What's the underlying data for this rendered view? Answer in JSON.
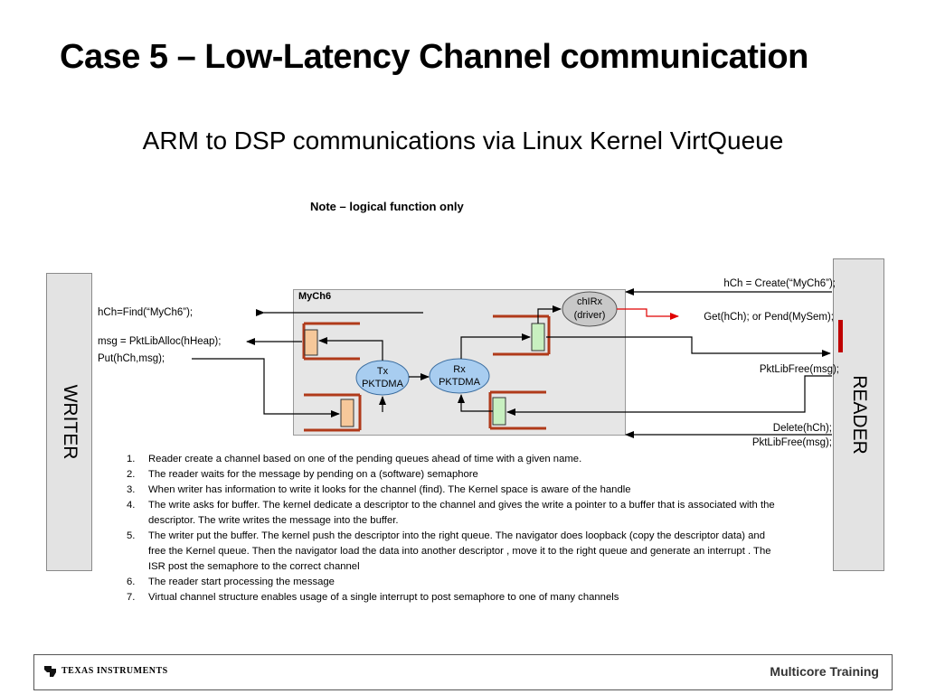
{
  "slide": {
    "title": "Case 5 – Low-Latency Channel communication",
    "subtitle": "ARM to DSP communications via Linux Kernel VirtQueue",
    "note": "Note – logical function only"
  },
  "writer": {
    "label": "WRITER",
    "find": "hCh=Find(“MyCh6”);",
    "alloc": "msg = PktLibAlloc(hHeap);",
    "put": "Put(hCh,msg);"
  },
  "reader": {
    "label": "READER",
    "create": "hCh = Create(“MyCh6”);",
    "get": "Get(hCh); or Pend(MySem);",
    "free": "PktLibFree(msg);",
    "delete": "Delete(hCh);",
    "free2": "PktLibFree(msg);"
  },
  "channel": {
    "name": "MyCh6",
    "tx_line1": "Tx",
    "tx_line2": "PKTDMA",
    "rx_line1": "Rx",
    "rx_line2": "PKTDMA",
    "chl_line1": "chIRx",
    "chl_line2": "(driver)"
  },
  "steps": [
    {
      "num": "1.",
      "text": "Reader create a channel based on one of the pending queues ahead of time with a given name."
    },
    {
      "num": "2.",
      "text": "The reader  waits for the message by pending on a (software) semaphore"
    },
    {
      "num": "3.",
      "text": "When writer has information to write it looks for the channel (find). The Kernel space is aware of the handle"
    },
    {
      "num": "4.",
      "text": "The write asks for buffer. The kernel dedicate a descriptor to the channel and gives the write a pointer to a buffer that is associated with the descriptor. The write  writes the message into the buffer."
    },
    {
      "num": "5.",
      "text": "The writer put the buffer. The kernel push the descriptor into the right queue. The navigator does loopback (copy the descriptor data) and free the Kernel queue. Then the navigator load the data into another descriptor , move it to the right queue and generate an interrupt . The ISR post the semaphore to the correct channel"
    },
    {
      "num": "6.",
      "text": "The reader start processing the message"
    },
    {
      "num": "7.",
      "text": "Virtual channel structure enables usage of a single interrupt to post semaphore to one of many channels"
    }
  ],
  "footer": {
    "brand": "Texas Instruments",
    "training": "Multicore Training"
  },
  "colors": {
    "queue_outline": "#b03a1a",
    "tx_buffer": "#f6c89a",
    "rx_buffer": "#c8f0c0",
    "pktdma_fill": "#a8cdf0",
    "driver_fill": "#c8c8c8",
    "semaphore": "#c00000",
    "interrupt_arrow": "#e00000"
  }
}
